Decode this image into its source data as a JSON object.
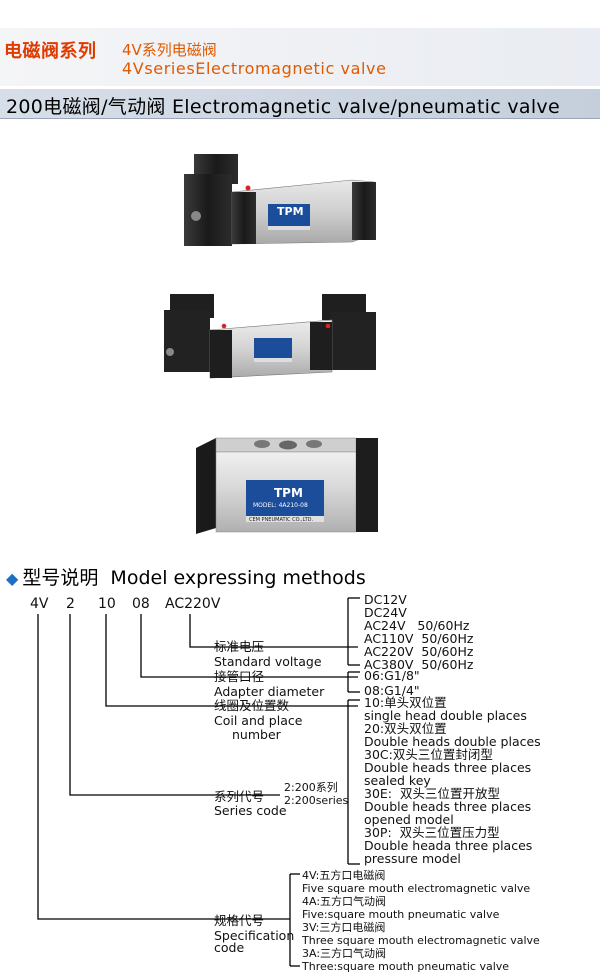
{
  "header": {
    "series_cn": "电磁阀系列",
    "sub_cn": "4V系列电磁阀",
    "sub_en": "4VseriesElectromagnetic valve"
  },
  "title": "200电磁阀/气动阀  Electromagnetic valve/pneumatic valve",
  "valves": {
    "brand": "TPM",
    "model_label": "MODEL: 4A210-08",
    "maker_label": "CEM PNEUMATIC CO.,LTD."
  },
  "model": {
    "heading_cn": "型号说明",
    "heading_en": "Model expressing methods",
    "code": [
      "4V",
      "2",
      "10",
      "08",
      "AC220V"
    ],
    "voltage": {
      "label_cn": "标准电压",
      "label_en": "Standard voltage",
      "options": [
        "DC12V",
        "DC24V",
        "AC24V   50/60Hz",
        "AC110V  50/60Hz",
        "AC220V  50/60Hz",
        "AC380V  50/60Hz"
      ]
    },
    "adapter": {
      "label_cn": "接管口径",
      "label_en": "Adapter diameter",
      "options": [
        "06:G1/8\"",
        "08:G1/4\""
      ]
    },
    "coil": {
      "label_cn": "线圈及位置数",
      "label_en_1": "Coil and place",
      "label_en_2": "number",
      "options": [
        "10:单头双位置",
        "single head double places",
        "20:双头双位置",
        "Double heads double places",
        "30C:双头三位置封闭型",
        "Double heads three places",
        "sealed key",
        "30E:  双头三位置开放型",
        "Double heads three places",
        "opened model",
        "30P:  双头三位置压力型",
        "Double heada three places",
        "pressure model"
      ]
    },
    "series": {
      "label_cn": "系列代号",
      "label_en": "Series code",
      "options": [
        "2:200系列",
        "2:200series"
      ]
    },
    "spec": {
      "label_cn": "规格代号",
      "label_en_1": "Specification",
      "label_en_2": "code",
      "options": [
        "4V:五方口电磁阀",
        "Five square mouth electromagnetic valve",
        "4A:五方口气动阀",
        "Five:square mouth pneumatic valve",
        "3V:三方口电磁阀",
        "Three square mouth electromagnetic valve",
        "3A:三方口气动阀",
        "Three:square mouth pneumatic valve"
      ]
    }
  },
  "colors": {
    "accent": "#e03a00",
    "band": "#c9d2df",
    "diamond": "#1b6fc4"
  }
}
